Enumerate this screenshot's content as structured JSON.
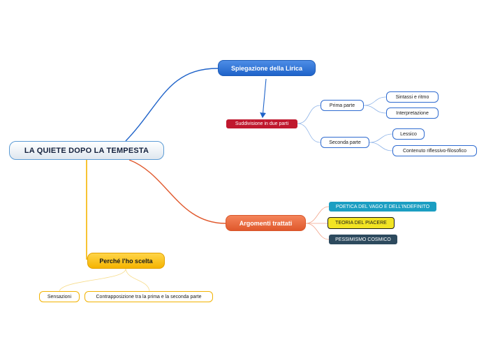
{
  "root": {
    "label": "LA QUIETE DOPO LA TEMPESTA"
  },
  "spiegazione": {
    "label": "Spiegazione della Lirica",
    "suddivisione": {
      "label": "Suddivisione in due parti",
      "prima_parte": {
        "label": "Prima parte",
        "children": [
          "Sintassi e ritmo",
          "Interpretazione"
        ]
      },
      "seconda_parte": {
        "label": "Seconda parte",
        "children": [
          "Lessico",
          "Contenuto riflessivo-filosofico"
        ]
      }
    }
  },
  "argomenti": {
    "label": "Argomenti trattati",
    "children": [
      "POETICA DEL VAGO E DELL'INDEFINITO",
      "TEORIA DEL PIACERE",
      "PESSIMISMO COSMICO"
    ]
  },
  "perche": {
    "label": "Perché l'ho scelta",
    "children": [
      "Sensazioni",
      "Contrapposizione tra la prima e la seconda parte"
    ]
  },
  "colors": {
    "blue": "#1f63c9",
    "orange": "#e0582c",
    "yellow": "#f5b400",
    "red": "#c0182e",
    "teal": "#1b9ec2",
    "dark": "#2d4a5e"
  }
}
